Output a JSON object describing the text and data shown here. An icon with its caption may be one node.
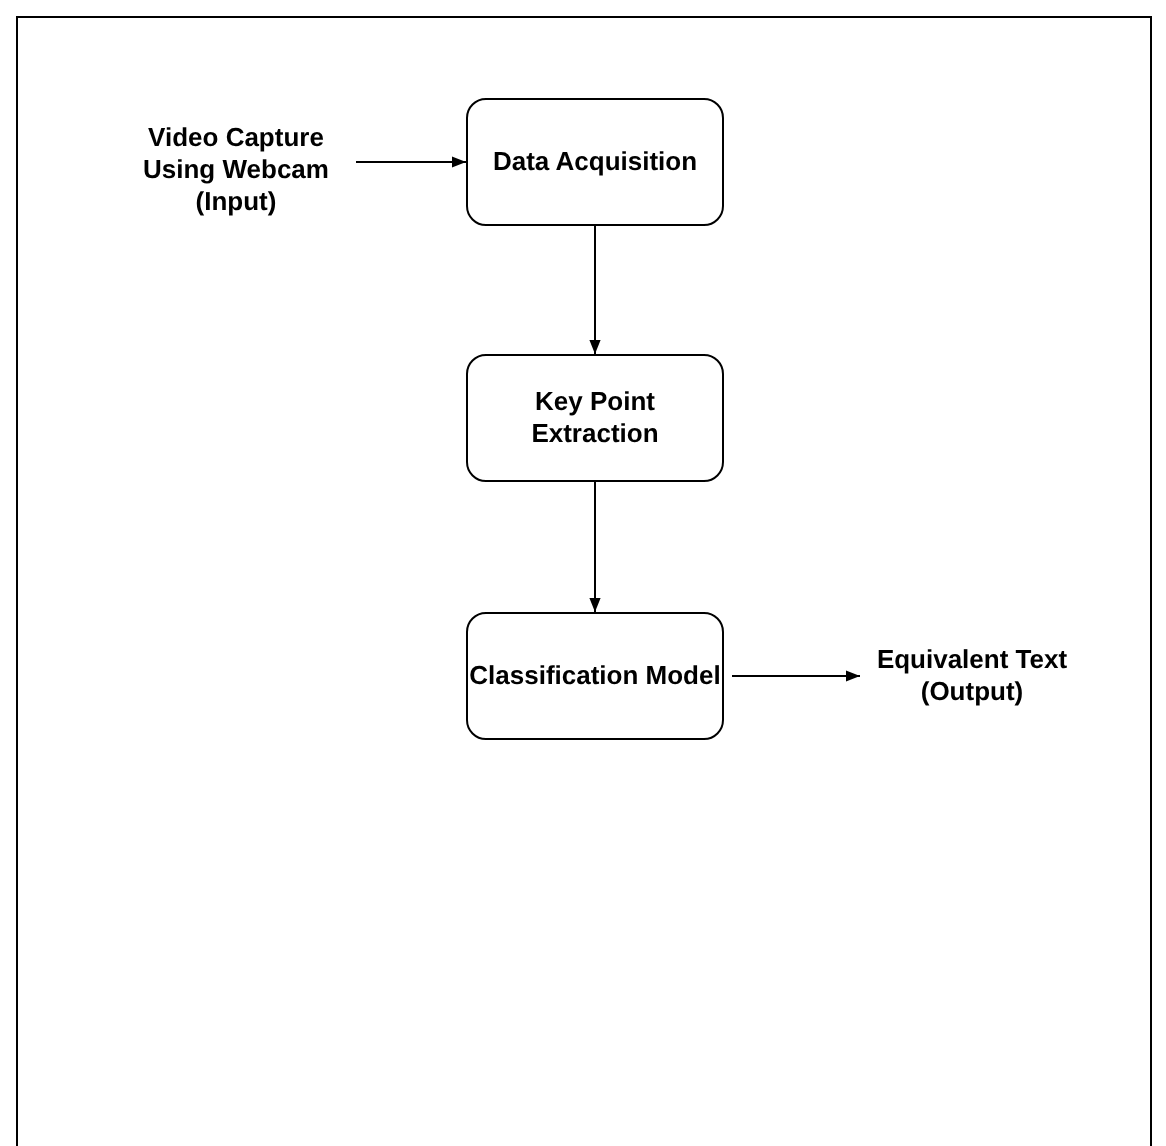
{
  "diagram": {
    "nodes": [
      {
        "text": [
          "Video Capture Using Webcam (Input)"
        ]
      },
      {
        "text": [
          "Data Acquisition"
        ]
      },
      {
        "text": [
          "Key Point Extraction"
        ]
      },
      {
        "text": [
          "Classification Model"
        ]
      },
      {
        "text": [
          "Equivalent Text (Output)"
        ]
      }
    ],
    "edges": [
      {
        "from": 0,
        "to": 1,
        "arrow": "to"
      },
      {
        "from": 1,
        "to": 2,
        "arrow": "to"
      },
      {
        "from": 2,
        "to": 3,
        "arrow": "to"
      },
      {
        "from": 3,
        "to": 4,
        "arrow": "to"
      }
    ]
  }
}
